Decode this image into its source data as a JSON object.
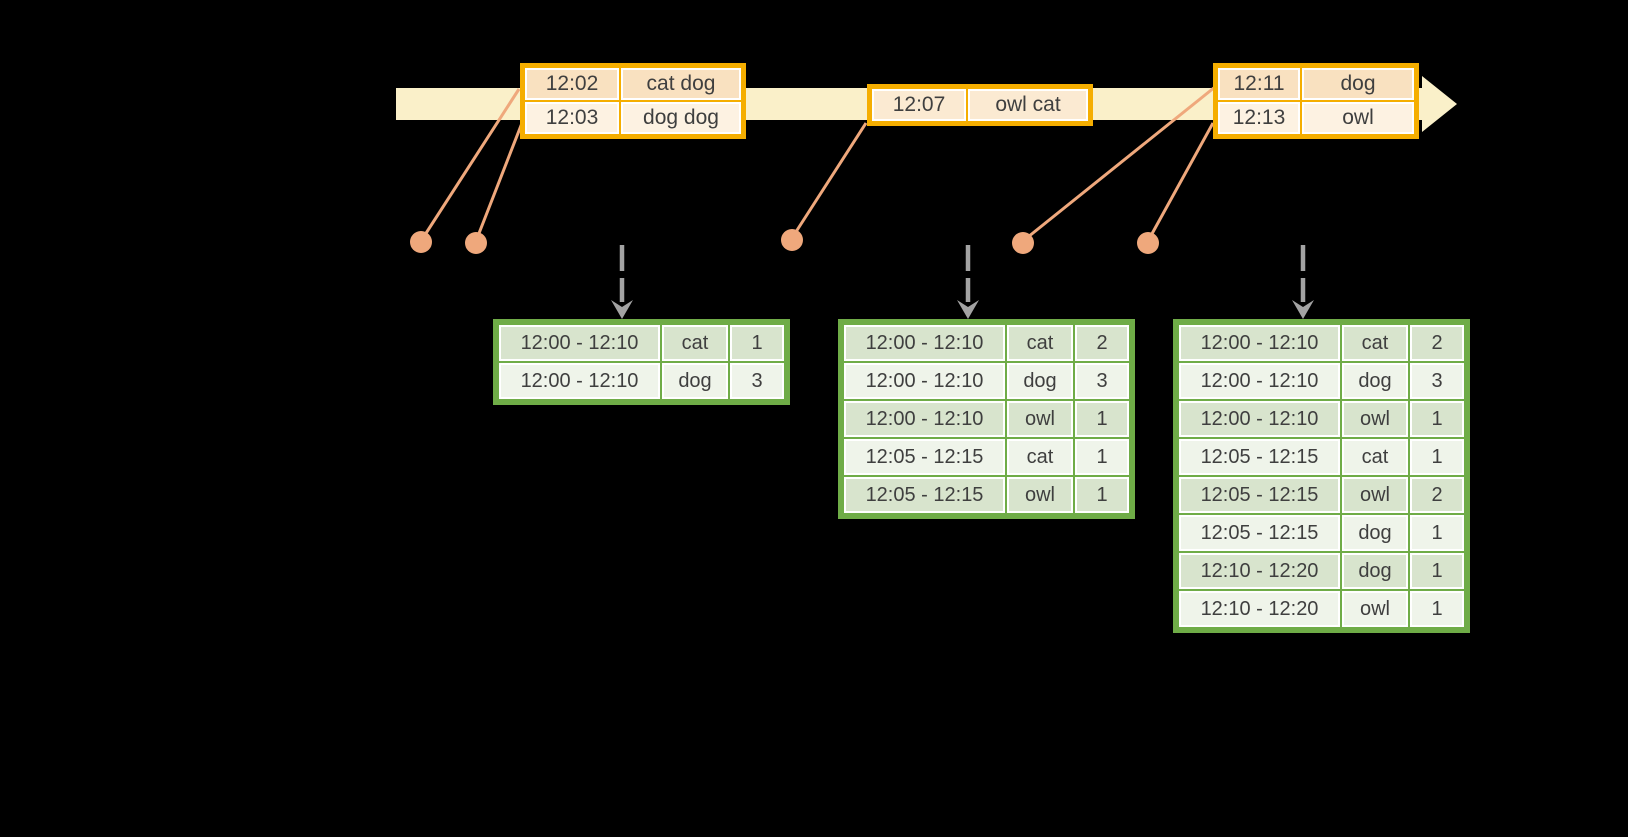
{
  "colors": {
    "background": "#000000",
    "timeline_fill": "#FAF0C9",
    "event_border": "#F5AE00",
    "event_row_dark": "#F9E1C0",
    "event_row_light": "#FDF2E2",
    "event_row_mid": "#FBEAD2",
    "connector": "#EFA87C",
    "trigger_arrow": "#A3A3A3",
    "result_border": "#6FAC47",
    "result_row_shaded": "#D8E4CD",
    "result_row_light": "#EFF4EA",
    "text": "#3F3F3F"
  },
  "timeline": {
    "event_tables": [
      {
        "id": "events-1202",
        "rows": [
          [
            "12:02",
            "cat dog"
          ],
          [
            "12:03",
            "dog dog"
          ]
        ]
      },
      {
        "id": "events-1207",
        "rows": [
          [
            "12:07",
            "owl cat"
          ]
        ]
      },
      {
        "id": "events-1211",
        "rows": [
          [
            "12:11",
            "dog"
          ],
          [
            "12:13",
            "owl"
          ]
        ]
      }
    ]
  },
  "result_tables": [
    {
      "id": "result-1",
      "rows": [
        [
          "12:00 - 12:10",
          "cat",
          "1"
        ],
        [
          "12:00 - 12:10",
          "dog",
          "3"
        ]
      ]
    },
    {
      "id": "result-2",
      "rows": [
        [
          "12:00 - 12:10",
          "cat",
          "2"
        ],
        [
          "12:00 - 12:10",
          "dog",
          "3"
        ],
        [
          "12:00 - 12:10",
          "owl",
          "1"
        ],
        [
          "12:05 - 12:15",
          "cat",
          "1"
        ],
        [
          "12:05 - 12:15",
          "owl",
          "1"
        ]
      ]
    },
    {
      "id": "result-3",
      "rows": [
        [
          "12:00 - 12:10",
          "cat",
          "2"
        ],
        [
          "12:00 - 12:10",
          "dog",
          "3"
        ],
        [
          "12:00 - 12:10",
          "owl",
          "1"
        ],
        [
          "12:05 - 12:15",
          "cat",
          "1"
        ],
        [
          "12:05 - 12:15",
          "owl",
          "2"
        ],
        [
          "12:05 - 12:15",
          "dog",
          "1"
        ],
        [
          "12:10 - 12:20",
          "dog",
          "1"
        ],
        [
          "12:10 - 12:20",
          "owl",
          "1"
        ]
      ]
    }
  ]
}
